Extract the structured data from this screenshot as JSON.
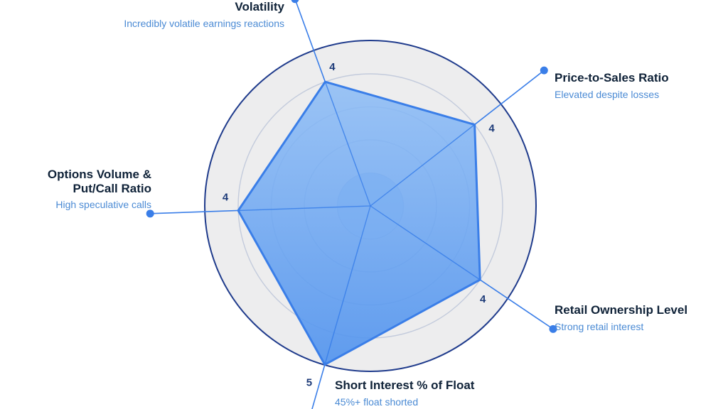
{
  "chart_data": {
    "type": "radar",
    "scale_max": 5,
    "rings": 5,
    "axes": [
      {
        "name": "Volatility",
        "subtitle": "Incredibly volatile earnings reactions",
        "value": 4
      },
      {
        "name": "Price-to-Sales Ratio",
        "subtitle": "Elevated despite losses",
        "value": 4
      },
      {
        "name": "Retail Ownership Level",
        "subtitle": "Strong retail interest",
        "value": 4
      },
      {
        "name": "Short Interest % of Float",
        "subtitle": "45%+ float shorted",
        "value": 5
      },
      {
        "name": "Options Volume & Put/Call Ratio",
        "subtitle": "High speculative calls",
        "value": 4
      }
    ],
    "colors": {
      "outer_fill": "#ededee",
      "outer_stroke": "#1f3b8c",
      "ring_stroke": "#c3cbdc",
      "center_fill": "#7aaef2",
      "polygon_fill": "#5b9cf0",
      "polygon_stroke": "#3a7ee8",
      "axis_line": "#3a7ee8",
      "value_text": "#1c3a78"
    }
  }
}
